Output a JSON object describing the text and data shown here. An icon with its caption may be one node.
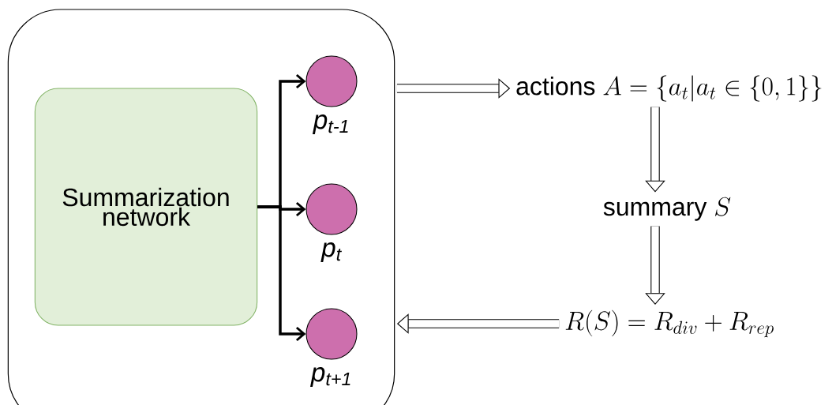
{
  "diagram": {
    "nodes": [
      {
        "text": [],
        "shape": "box"
      },
      {
        "text": [
          "Summarization network"
        ],
        "in": 0
      },
      {
        "text": [],
        "shape": "circle",
        "beside": [
          "p$_{t-1}$"
        ],
        "in": 0
      },
      {
        "text": [],
        "shape": "circle",
        "beside": [
          "p$_{t}$"
        ],
        "in": 0
      },
      {
        "text": [],
        "shape": "circle",
        "beside": [
          "p$_{t+1}$"
        ],
        "in": 0
      },
      {
        "text": [
          "\\mathrm{actions}\\ A=\\{a_t|a_t\\in\\{0,1\\}\\}"
        ]
      },
      {
        "text": [
          "\\mathrm{summary}\\ S"
        ]
      },
      {
        "text": [
          "R(S)=R_{div}+R_{rep}"
        ]
      }
    ],
    "edges": [
      {
        "from": 1,
        "to": 2,
        "arrow": "to"
      },
      {
        "from": 1,
        "to": 3,
        "arrow": "to"
      },
      {
        "from": 1,
        "to": 4,
        "arrow": "to"
      },
      {
        "from": 0,
        "to": 5,
        "arrow": "to"
      },
      {
        "from": 5,
        "to": 6,
        "arrow": "to"
      },
      {
        "from": 6,
        "to": 7,
        "arrow": "to"
      },
      {
        "from": 7,
        "to": 0,
        "arrow": "to"
      }
    ]
  }
}
